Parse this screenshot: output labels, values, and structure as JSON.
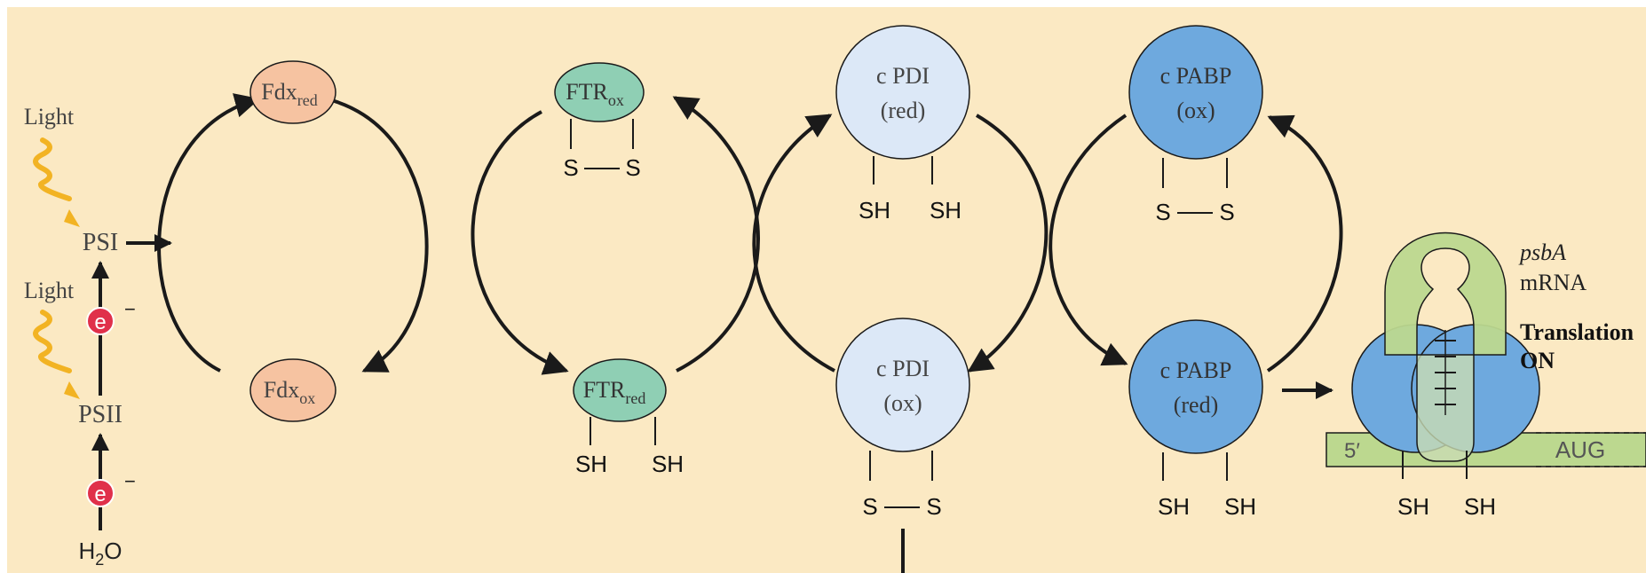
{
  "colors": {
    "background": "#fbe9c3",
    "fdx": "#f6c3a1",
    "ftr": "#8fcfb4",
    "cpdi": "#dce8f7",
    "cpabp": "#6ea9de",
    "mrna": "#bcd88f",
    "arrow": "#1a1a1a",
    "light": "#f2b323",
    "electron": "#e0304a"
  },
  "left_chain": {
    "light_top": "Light",
    "light_bottom": "Light",
    "psi": "PSI",
    "psii": "PSII",
    "electron_symbol": "e",
    "electron_charge": "−",
    "water_h": "H",
    "water_sub": "2",
    "water_o": "O"
  },
  "fdx": {
    "red_base": "Fdx",
    "red_sub": "red",
    "ox_base": "Fdx",
    "ox_sub": "ox"
  },
  "ftr": {
    "ox_base": "FTR",
    "ox_sub": "ox",
    "red_base": "FTR",
    "red_sub": "red",
    "s_left": "S",
    "s_right": "S",
    "sh_left": "SH",
    "sh_right": "SH"
  },
  "cpdi": {
    "red_line1": "c PDI",
    "red_line2": "(red)",
    "ox_line1": "c PDI",
    "ox_line2": "(ox)",
    "sh_left": "SH",
    "sh_right": "SH",
    "s_left": "S",
    "s_right": "S"
  },
  "cpabp": {
    "ox_line1": "c PABP",
    "ox_line2": "(ox)",
    "red_line1": "c PABP",
    "red_line2": "(red)",
    "s_left": "S",
    "s_right": "S",
    "sh_left": "SH",
    "sh_right": "SH"
  },
  "mrna_complex": {
    "gene": "psbA",
    "mrna": "mRNA",
    "status_line1": "Translation",
    "status_line2": "ON",
    "five_prime": "5′",
    "codon": "AUG",
    "sh_left": "SH",
    "sh_right": "SH"
  }
}
